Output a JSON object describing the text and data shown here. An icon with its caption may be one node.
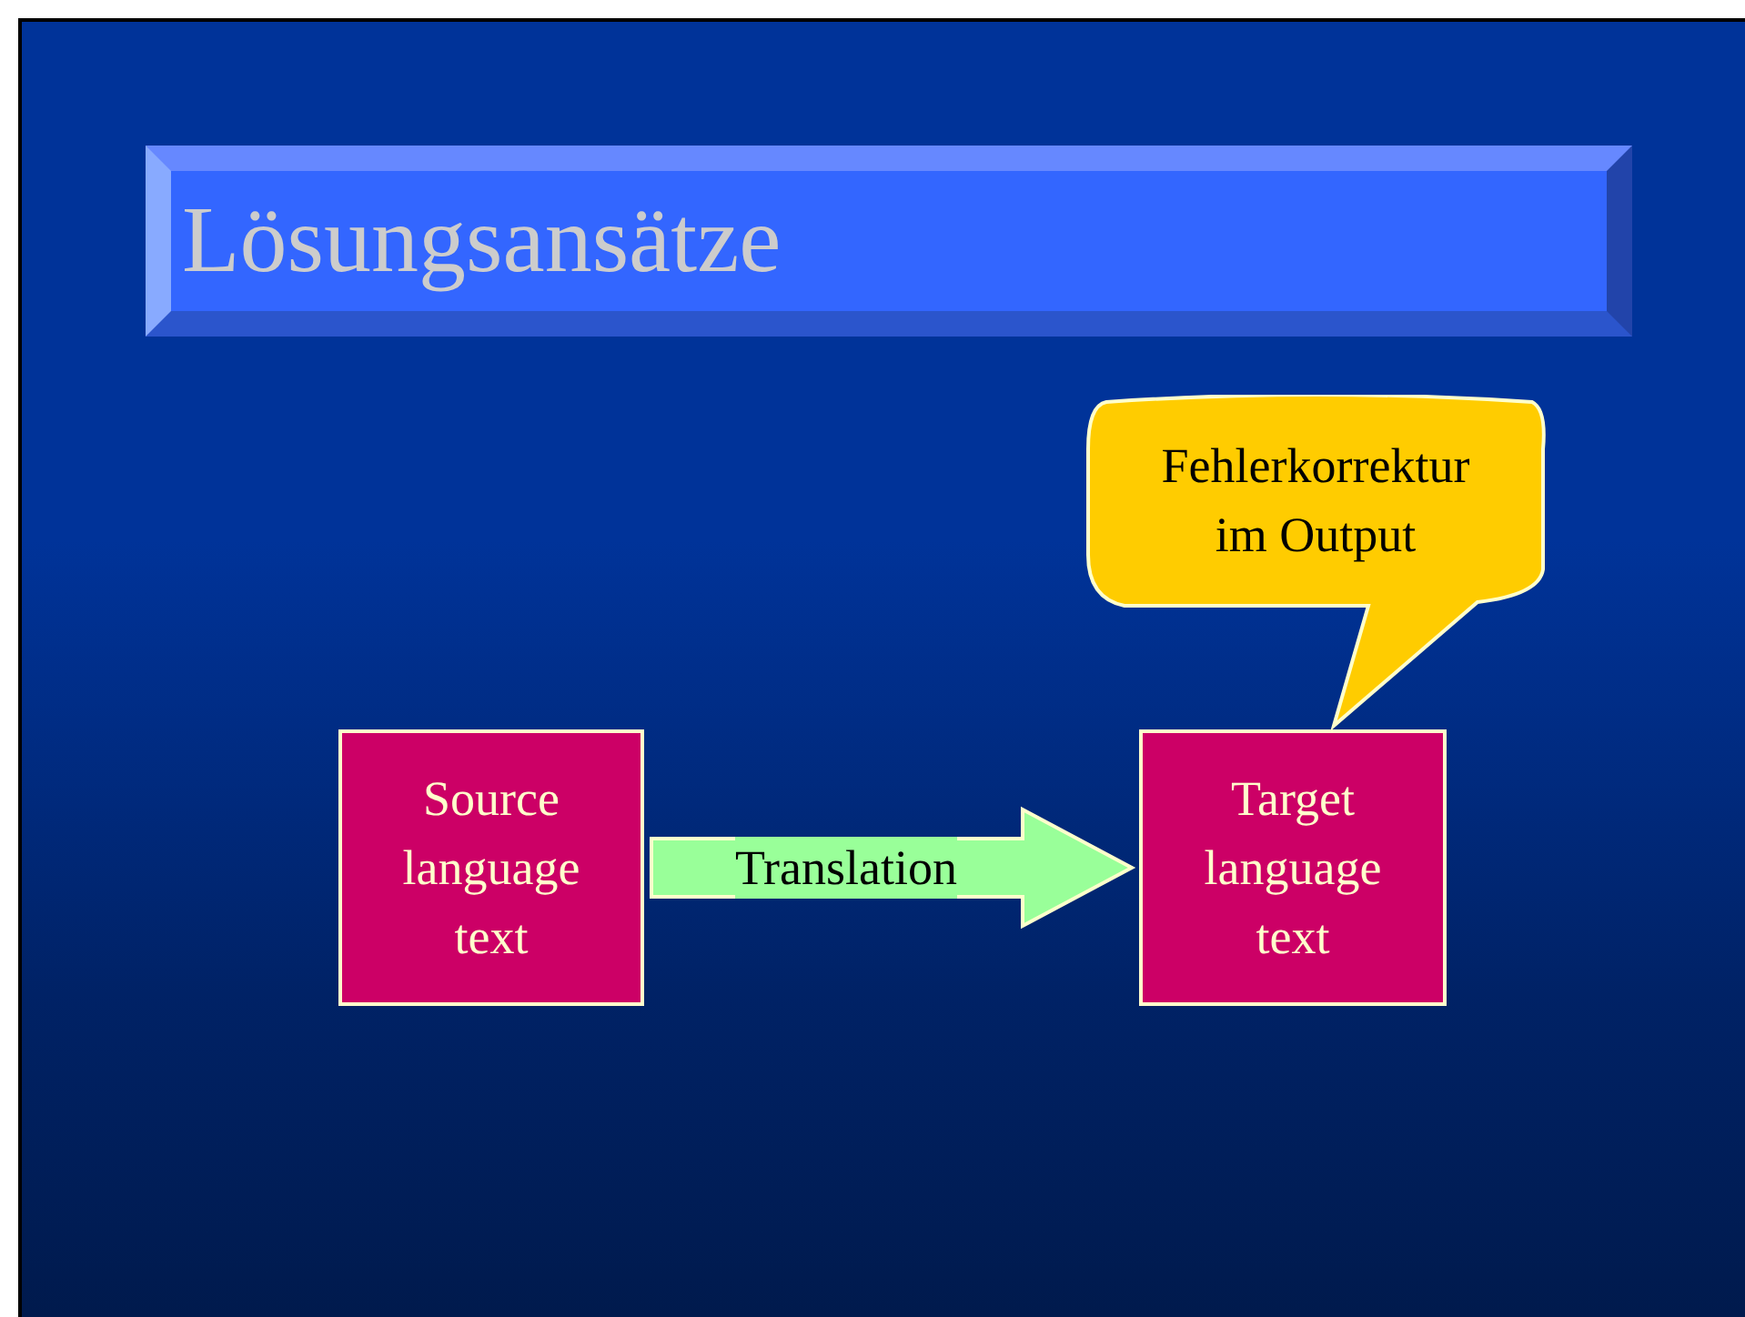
{
  "diagram": {
    "title": "Lösungsansätze",
    "nodes": [
      {
        "text": [
          "Source language text"
        ]
      },
      {
        "text": [
          "Target language text"
        ]
      },
      {
        "text": [
          "Fehlerkorrektur im Output"
        ]
      }
    ],
    "edges": [
      {
        "from": 0,
        "to": 1,
        "arrow": "to",
        "label": "Translation",
        "style": "thick",
        "color": "#99ff99"
      }
    ]
  }
}
